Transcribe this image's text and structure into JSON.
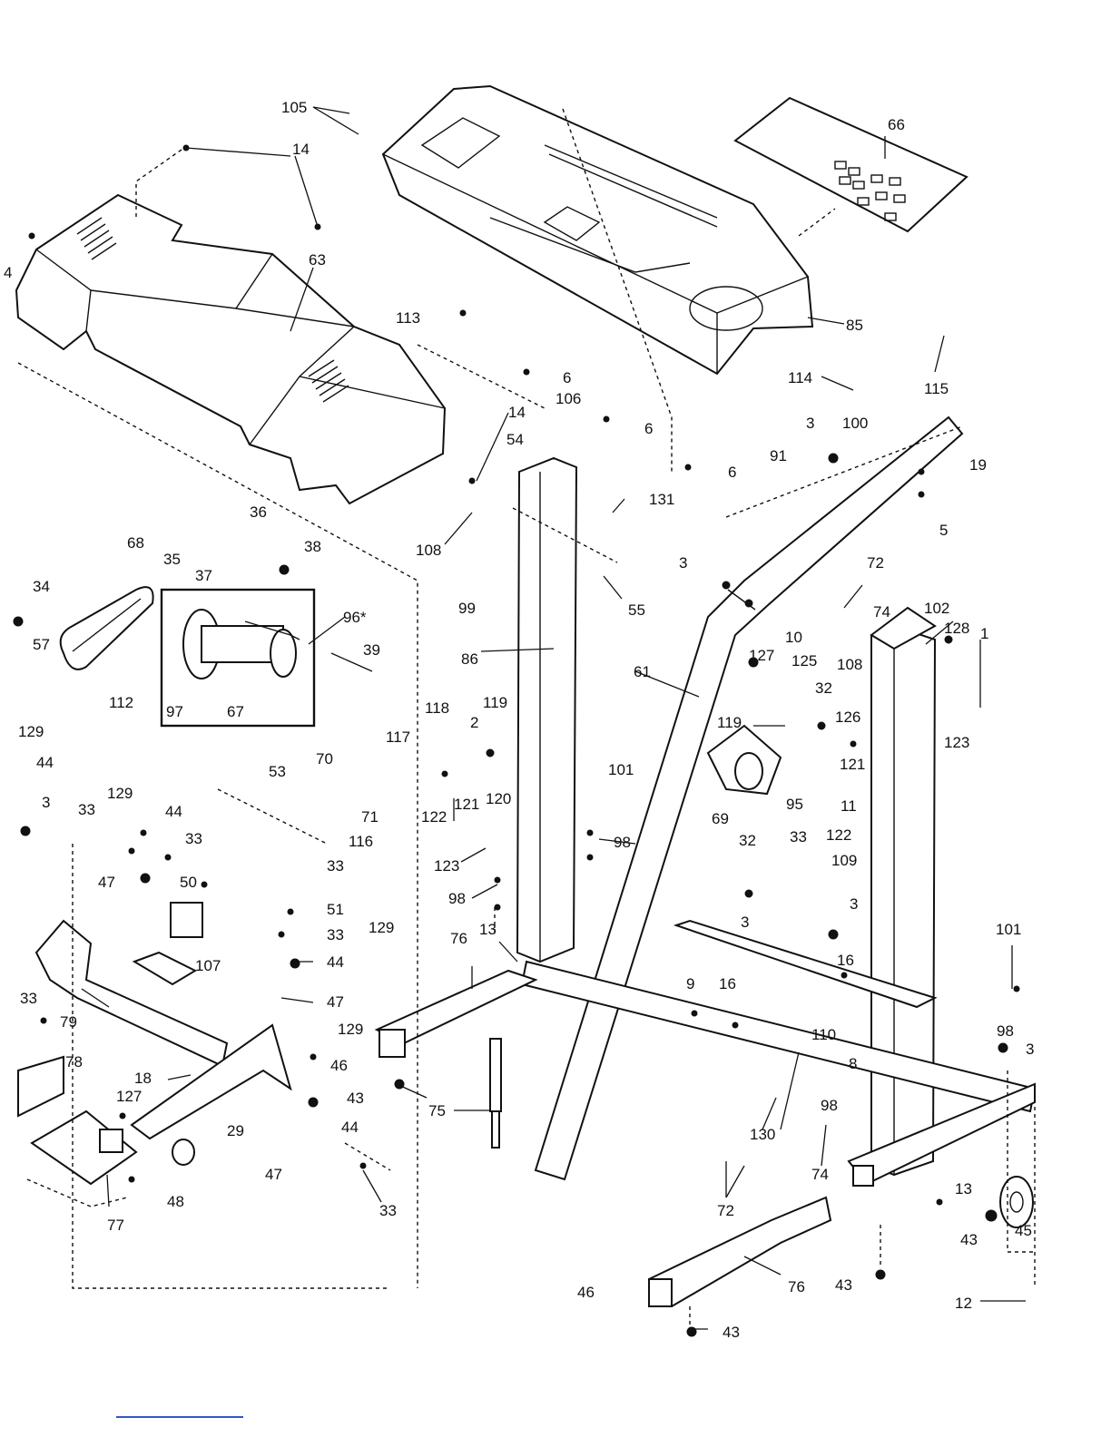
{
  "diagram": {
    "labels": [
      {
        "id": "105",
        "text": "105"
      },
      {
        "id": "14a",
        "text": "14"
      },
      {
        "id": "4",
        "text": "4"
      },
      {
        "id": "63",
        "text": "63"
      },
      {
        "id": "66",
        "text": "66"
      },
      {
        "id": "85",
        "text": "85"
      },
      {
        "id": "113",
        "text": "113"
      },
      {
        "id": "14b",
        "text": "14"
      },
      {
        "id": "6a",
        "text": "6"
      },
      {
        "id": "106",
        "text": "106"
      },
      {
        "id": "6b",
        "text": "6"
      },
      {
        "id": "6c",
        "text": "6"
      },
      {
        "id": "114",
        "text": "114"
      },
      {
        "id": "115",
        "text": "115"
      },
      {
        "id": "3a",
        "text": "3"
      },
      {
        "id": "100",
        "text": "100"
      },
      {
        "id": "19",
        "text": "19"
      },
      {
        "id": "5",
        "text": "5"
      },
      {
        "id": "91",
        "text": "91"
      },
      {
        "id": "54",
        "text": "54"
      },
      {
        "id": "131",
        "text": "131"
      },
      {
        "id": "108a",
        "text": "108"
      },
      {
        "id": "55",
        "text": "55"
      },
      {
        "id": "36",
        "text": "36"
      },
      {
        "id": "35",
        "text": "35"
      },
      {
        "id": "37",
        "text": "37"
      },
      {
        "id": "38",
        "text": "38"
      },
      {
        "id": "68",
        "text": "68"
      },
      {
        "id": "34",
        "text": "34"
      },
      {
        "id": "96",
        "text": "96*"
      },
      {
        "id": "57",
        "text": "57"
      },
      {
        "id": "39",
        "text": "39"
      },
      {
        "id": "97",
        "text": "97"
      },
      {
        "id": "67",
        "text": "67"
      },
      {
        "id": "112",
        "text": "112"
      },
      {
        "id": "99",
        "text": "99"
      },
      {
        "id": "86",
        "text": "86"
      },
      {
        "id": "3b",
        "text": "3"
      },
      {
        "id": "10",
        "text": "10"
      },
      {
        "id": "72a",
        "text": "72"
      },
      {
        "id": "74a",
        "text": "74"
      },
      {
        "id": "102",
        "text": "102"
      },
      {
        "id": "128",
        "text": "128"
      },
      {
        "id": "1",
        "text": "1"
      },
      {
        "id": "61",
        "text": "61"
      },
      {
        "id": "127a",
        "text": "127"
      },
      {
        "id": "125",
        "text": "125"
      },
      {
        "id": "108b",
        "text": "108"
      },
      {
        "id": "119a",
        "text": "119"
      },
      {
        "id": "32a",
        "text": "32"
      },
      {
        "id": "126",
        "text": "126"
      },
      {
        "id": "118",
        "text": "118"
      },
      {
        "id": "119b",
        "text": "119"
      },
      {
        "id": "2",
        "text": "2"
      },
      {
        "id": "117",
        "text": "117"
      },
      {
        "id": "123a",
        "text": "123"
      },
      {
        "id": "121a",
        "text": "121"
      },
      {
        "id": "129a",
        "text": "129"
      },
      {
        "id": "44a",
        "text": "44"
      },
      {
        "id": "53",
        "text": "53"
      },
      {
        "id": "70",
        "text": "70"
      },
      {
        "id": "101a",
        "text": "101"
      },
      {
        "id": "121b",
        "text": "121"
      },
      {
        "id": "120",
        "text": "120"
      },
      {
        "id": "95",
        "text": "95"
      },
      {
        "id": "11",
        "text": "11"
      },
      {
        "id": "69",
        "text": "69"
      },
      {
        "id": "122a",
        "text": "122"
      },
      {
        "id": "122b",
        "text": "122"
      },
      {
        "id": "32b",
        "text": "32"
      },
      {
        "id": "3c",
        "text": "3"
      },
      {
        "id": "129b",
        "text": "129"
      },
      {
        "id": "33a",
        "text": "33"
      },
      {
        "id": "44b",
        "text": "44"
      },
      {
        "id": "71",
        "text": "71"
      },
      {
        "id": "116",
        "text": "116"
      },
      {
        "id": "33b",
        "text": "33"
      },
      {
        "id": "33c",
        "text": "33"
      },
      {
        "id": "123b",
        "text": "123"
      },
      {
        "id": "98a",
        "text": "98"
      },
      {
        "id": "33d",
        "text": "33"
      },
      {
        "id": "109",
        "text": "109"
      },
      {
        "id": "47a",
        "text": "47"
      },
      {
        "id": "50",
        "text": "50"
      },
      {
        "id": "51",
        "text": "51"
      },
      {
        "id": "98b",
        "text": "98"
      },
      {
        "id": "3d",
        "text": "3"
      },
      {
        "id": "129c",
        "text": "129"
      },
      {
        "id": "3e",
        "text": "3"
      },
      {
        "id": "33e",
        "text": "33"
      },
      {
        "id": "76a",
        "text": "76"
      },
      {
        "id": "13a",
        "text": "13"
      },
      {
        "id": "107",
        "text": "107"
      },
      {
        "id": "44c",
        "text": "44"
      },
      {
        "id": "16a",
        "text": "16"
      },
      {
        "id": "101b",
        "text": "101"
      },
      {
        "id": "33f",
        "text": "33"
      },
      {
        "id": "79",
        "text": "79"
      },
      {
        "id": "47b",
        "text": "47"
      },
      {
        "id": "9",
        "text": "9"
      },
      {
        "id": "16b",
        "text": "16"
      },
      {
        "id": "129d",
        "text": "129"
      },
      {
        "id": "98c",
        "text": "98"
      },
      {
        "id": "110",
        "text": "110"
      },
      {
        "id": "46a",
        "text": "46"
      },
      {
        "id": "3f",
        "text": "3"
      },
      {
        "id": "78",
        "text": "78"
      },
      {
        "id": "18",
        "text": "18"
      },
      {
        "id": "8",
        "text": "8"
      },
      {
        "id": "43a",
        "text": "43"
      },
      {
        "id": "44d",
        "text": "44"
      },
      {
        "id": "127b",
        "text": "127"
      },
      {
        "id": "98d",
        "text": "98"
      },
      {
        "id": "75",
        "text": "75"
      },
      {
        "id": "29",
        "text": "29"
      },
      {
        "id": "130",
        "text": "130"
      },
      {
        "id": "47c",
        "text": "47"
      },
      {
        "id": "74b",
        "text": "74"
      },
      {
        "id": "13b",
        "text": "13"
      },
      {
        "id": "48",
        "text": "48"
      },
      {
        "id": "33g",
        "text": "33"
      },
      {
        "id": "72b",
        "text": "72"
      },
      {
        "id": "43b",
        "text": "43"
      },
      {
        "id": "45",
        "text": "45"
      },
      {
        "id": "77",
        "text": "77"
      },
      {
        "id": "76b",
        "text": "76"
      },
      {
        "id": "43c",
        "text": "43"
      },
      {
        "id": "46b",
        "text": "46"
      },
      {
        "id": "12",
        "text": "12"
      },
      {
        "id": "43d",
        "text": "43"
      }
    ]
  }
}
